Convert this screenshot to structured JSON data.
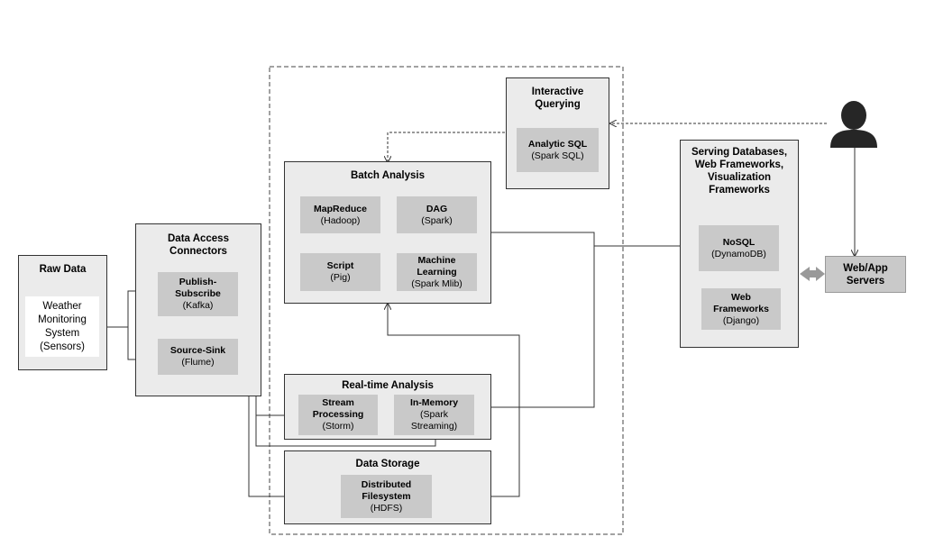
{
  "nodes": {
    "raw_data": {
      "title": "Raw Data",
      "item": [
        "Weather",
        "Monitoring",
        "System",
        "(Sensors)"
      ]
    },
    "connectors": {
      "title": [
        "Data Access",
        "Connectors"
      ],
      "kafka": {
        "name": [
          "Publish-",
          "Subscribe"
        ],
        "sub": [
          "(Kafka)"
        ]
      },
      "flume": {
        "name": [
          "Source-Sink"
        ],
        "sub": [
          "(Flume)"
        ]
      }
    },
    "interactive": {
      "title": [
        "Interactive",
        "Querying"
      ],
      "sql": {
        "name": [
          "Analytic SQL"
        ],
        "sub": [
          "(Spark SQL)"
        ]
      }
    },
    "batch": {
      "title": [
        "Batch Analysis"
      ],
      "mapreduce": {
        "name": [
          "MapReduce"
        ],
        "sub": [
          "(Hadoop)"
        ]
      },
      "dag": {
        "name": [
          "DAG"
        ],
        "sub": [
          "(Spark)"
        ]
      },
      "script": {
        "name": [
          "Script"
        ],
        "sub": [
          "(Pig)"
        ]
      },
      "ml": {
        "name": [
          "Machine",
          "Learning"
        ],
        "sub": [
          "(Spark Mlib)"
        ]
      }
    },
    "realtime": {
      "title": [
        "Real-time Analysis"
      ],
      "storm": {
        "name": [
          "Stream",
          "Processing"
        ],
        "sub": [
          "(Storm)"
        ]
      },
      "inmemory": {
        "name": [
          "In-Memory"
        ],
        "sub": [
          "(Spark",
          "Streaming)"
        ]
      }
    },
    "storage": {
      "title": [
        "Data Storage"
      ],
      "hdfs": {
        "name": [
          "Distributed",
          "Filesystem"
        ],
        "sub": [
          "(HDFS)"
        ]
      }
    },
    "serving": {
      "title": [
        "Serving Databases,",
        "Web Frameworks,",
        "Visualization",
        "Frameworks"
      ],
      "nosql": {
        "name": [
          "NoSQL"
        ],
        "sub": [
          "(DynamoDB)"
        ]
      },
      "web": {
        "name": [
          "Web",
          "Frameworks"
        ],
        "sub": [
          "(Django)"
        ]
      }
    },
    "webapp": {
      "title": [
        "Web/App",
        "Servers"
      ]
    }
  },
  "icons": {
    "user": "user-silhouette-icon",
    "double_arrow": "double-arrow-icon"
  },
  "colors": {
    "outer": "#ebebeb",
    "inner": "#c9c9c9",
    "line": "#333333",
    "user": "#262626",
    "arrow": "#999999"
  }
}
